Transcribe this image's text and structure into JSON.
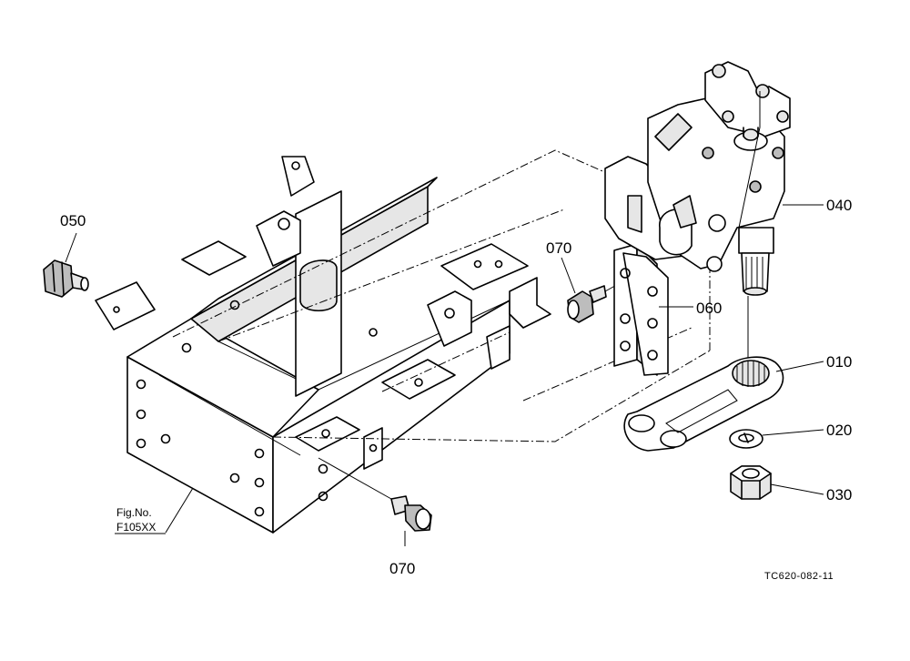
{
  "parts": {
    "p010": "010",
    "p020": "020",
    "p030": "030",
    "p040": "040",
    "p050": "050",
    "p060": "060",
    "p070_top": "070",
    "p070_bottom": "070"
  },
  "figure_ref": {
    "line1": "Fig.No.",
    "line2": "F105XX"
  },
  "drawing_number": "TC620-082-11"
}
